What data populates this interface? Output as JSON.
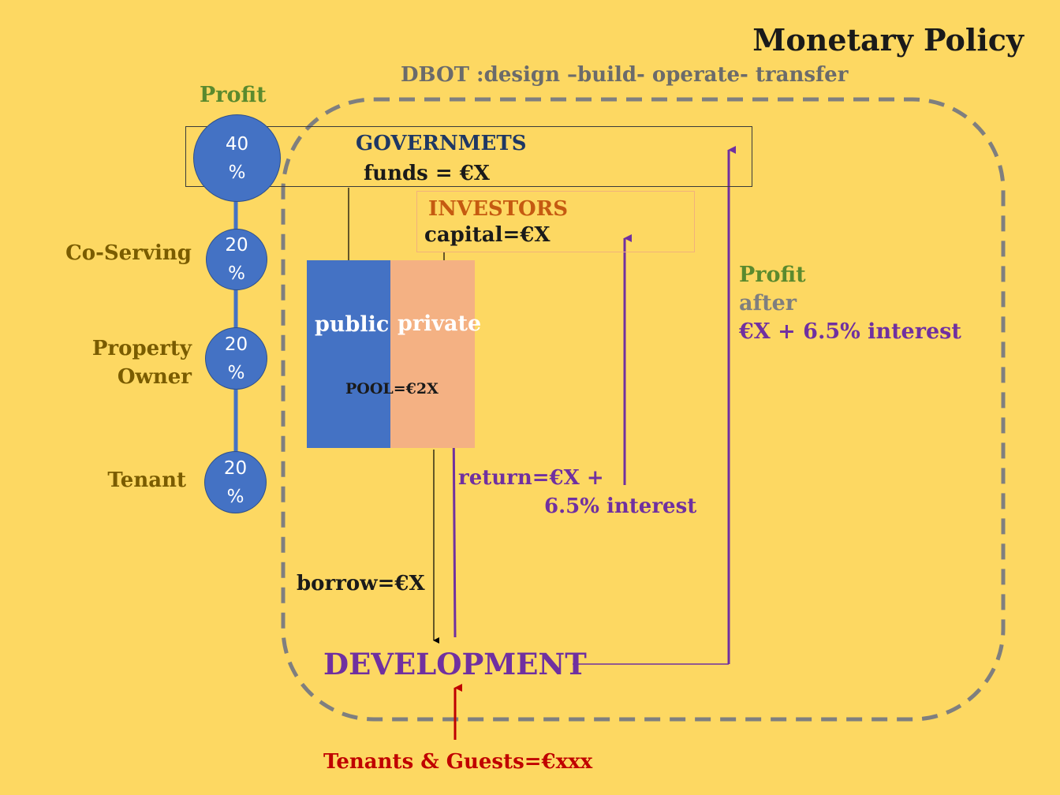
{
  "title": "Monetary Policy",
  "subtitle": "DBOT :design –build- operate- transfer",
  "profit_split": {
    "heading": "Profit",
    "shares": [
      {
        "role": "",
        "value": "40\n%",
        "percent": 40
      },
      {
        "role": "Co-Serving",
        "value": "20\n%",
        "percent": 20
      },
      {
        "role": "Property Owner",
        "value": "20\n%",
        "percent": 20
      },
      {
        "role": "Tenant",
        "value": "20\n%",
        "percent": 20
      }
    ]
  },
  "governments": {
    "title": "GOVERNMETS",
    "funds": "funds = €X"
  },
  "investors": {
    "title": "INVESTORS",
    "capital": "capital=€X"
  },
  "pool": {
    "public": "public",
    "private": "private",
    "total": "POOL=€2X"
  },
  "profit_after": {
    "line1": "Profit",
    "line2": "after",
    "line3": "€X + 6.5% interest"
  },
  "return_label": {
    "line1": "return=€X +",
    "line2": "6.5% interest"
  },
  "borrow": "borrow=€X",
  "development": "DEVELOPMENT",
  "tenants_guests": "Tenants & Guests=€xxx",
  "colors": {
    "background": "#FDD862",
    "circle": "#4472C4",
    "private": "#F4B183",
    "purple": "#7030A0",
    "red": "#C00000",
    "green": "#5b8a2e"
  }
}
